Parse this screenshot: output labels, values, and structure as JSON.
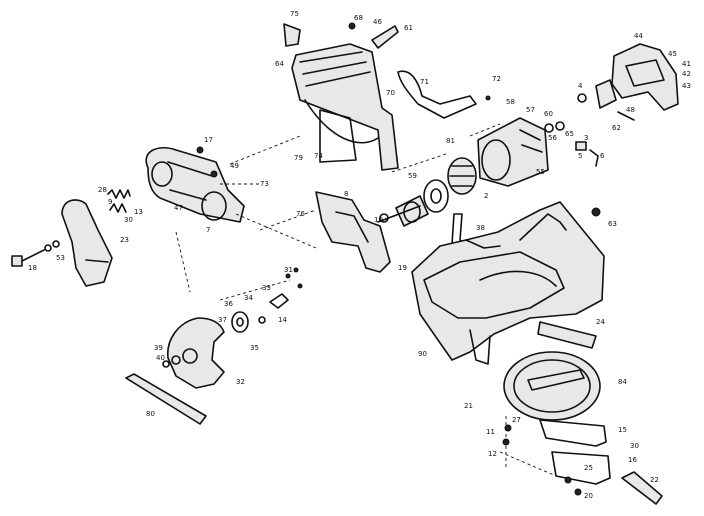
{
  "diagram": {
    "callouts": {
      "c75": "75",
      "c68": "68",
      "c46": "46",
      "c61": "61",
      "c64": "64",
      "c71": "71",
      "c72": "72",
      "c70": "70",
      "c79": "79",
      "c74": "74",
      "c58": "58",
      "c57": "57",
      "c81": "81",
      "c4": "4",
      "c60": "60",
      "c65": "65",
      "c59": "59",
      "c55": "55",
      "c17": "17",
      "c49": "49",
      "c73": "73",
      "c28": "28",
      "c47": "47",
      "c9": "9",
      "c13": "13",
      "c30a": "30",
      "c23": "23",
      "c7": "7",
      "c76": "76",
      "c19": "19",
      "c10": "10",
      "c38": "38",
      "c2": "2",
      "c18": "18",
      "c53": "53",
      "c31": "31",
      "c33": "33",
      "c34": "34",
      "c14": "14",
      "c36": "36",
      "c37": "37",
      "c39": "39",
      "c40": "40",
      "c35": "35",
      "c32": "32",
      "c80": "80",
      "c44": "44",
      "c45": "45",
      "c41": "41",
      "c42": "42",
      "c43": "43",
      "c48": "48",
      "c62": "62",
      "c63": "63",
      "c56": "56",
      "c3": "3",
      "c5": "5",
      "c6": "6",
      "c90": "90",
      "c24": "24",
      "c84": "84",
      "c21": "21",
      "c11": "11",
      "c12": "12",
      "c15": "15",
      "c30b": "30",
      "c16": "16",
      "c22": "22",
      "c27": "27",
      "c25": "25",
      "c20": "20",
      "c8": "8"
    }
  }
}
